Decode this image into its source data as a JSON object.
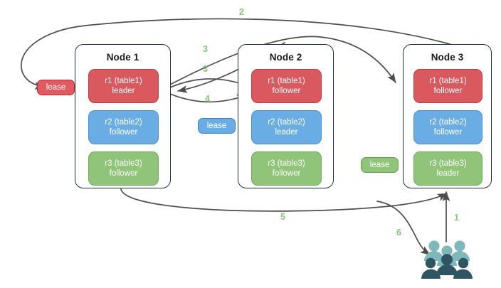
{
  "diagram": {
    "title": "distributed-lease-replica-diagram",
    "colors": {
      "replica_red": "#d9595f",
      "replica_blue": "#6aade4",
      "replica_green": "#8fc479",
      "node_border": "#1f2d4d",
      "arrow": "#4d4d4d",
      "step_label": "#82c878",
      "people_light": "#7fb8bb",
      "people_dark": "#2e5561"
    },
    "nodes": [
      {
        "id": "node-1",
        "title": "Node 1",
        "replicas": [
          {
            "id": "n1-r1",
            "name": "r1 (table1)",
            "role": "leader",
            "color": "red"
          },
          {
            "id": "n1-r2",
            "name": "r2 (table2)",
            "role": "follower",
            "color": "blue"
          },
          {
            "id": "n1-r3",
            "name": "r3 (table3)",
            "role": "follower",
            "color": "green"
          }
        ]
      },
      {
        "id": "node-2",
        "title": "Node 2",
        "replicas": [
          {
            "id": "n2-r1",
            "name": "r1 (table1)",
            "role": "follower",
            "color": "red"
          },
          {
            "id": "n2-r2",
            "name": "r2 (table2)",
            "role": "leader",
            "color": "blue"
          },
          {
            "id": "n2-r3",
            "name": "r3 (table3)",
            "role": "follower",
            "color": "green"
          }
        ]
      },
      {
        "id": "node-3",
        "title": "Node 3",
        "replicas": [
          {
            "id": "n3-r1",
            "name": "r1 (table1)",
            "role": "follower",
            "color": "red"
          },
          {
            "id": "n3-r2",
            "name": "r2 (table2)",
            "role": "follower",
            "color": "blue"
          },
          {
            "id": "n3-r3",
            "name": "r3 (table3)",
            "role": "leader",
            "color": "green"
          }
        ]
      }
    ],
    "leases": [
      {
        "id": "lease-red",
        "label": "lease",
        "color": "red"
      },
      {
        "id": "lease-blue",
        "label": "lease",
        "color": "blue"
      },
      {
        "id": "lease-green",
        "label": "lease",
        "color": "green"
      }
    ],
    "steps": [
      {
        "id": "step-1",
        "label": "1"
      },
      {
        "id": "step-2",
        "label": "2"
      },
      {
        "id": "step-3a",
        "label": "3"
      },
      {
        "id": "step-3b",
        "label": "3"
      },
      {
        "id": "step-4",
        "label": "4"
      },
      {
        "id": "step-5",
        "label": "5"
      },
      {
        "id": "step-6",
        "label": "6"
      }
    ],
    "actors": {
      "id": "users-group",
      "icon": "users-icon"
    }
  }
}
